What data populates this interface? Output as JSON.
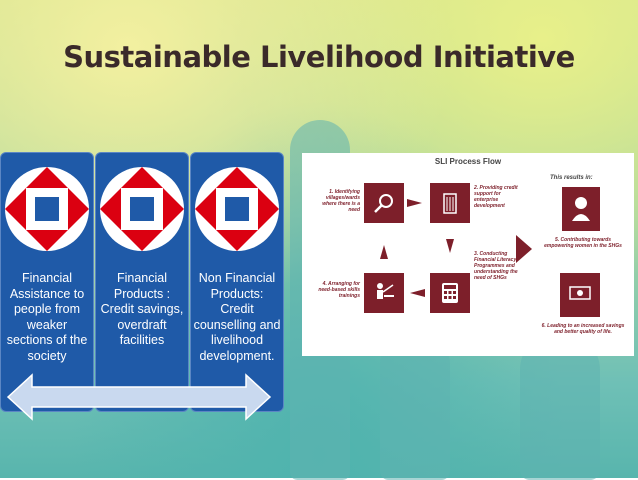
{
  "title": "Sustainable Livelihood Initiative",
  "cards": [
    {
      "text": "Financial Assistance to people from weaker sections of the society"
    },
    {
      "text": "Financial Products : Credit savings, overdraft facilities"
    },
    {
      "text": "Non Financial Products: Credit counselling and livelihood development."
    }
  ],
  "flow": {
    "title": "SLI Process Flow",
    "results_label": "This results in:",
    "steps": [
      "1. Identifying villages/wards where there is a need",
      "2. Providing credit support for enterprise development",
      "3. Conducting Financial Literacy Programmes and understanding the need of SHGs",
      "4. Arranging for need-based skills trainings"
    ],
    "results": [
      "5. Contributing towards empowering women in the SHGs",
      "6. Leading to an increased savings and better quality of life."
    ]
  },
  "colors": {
    "card_blue": "#1f5aa8",
    "logo_red": "#db0011",
    "maroon": "#7d1f2a",
    "arrow": "#c9d9ef"
  }
}
